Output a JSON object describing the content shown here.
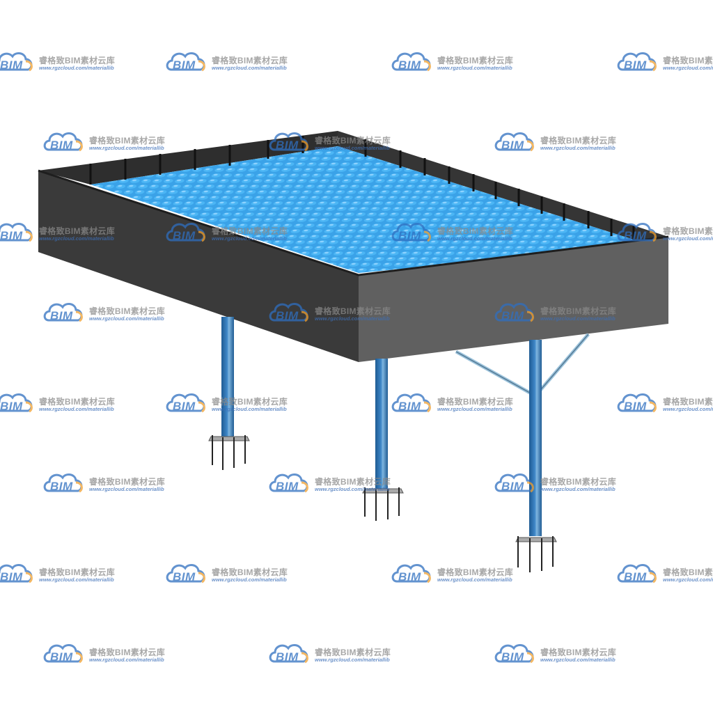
{
  "watermark": {
    "logo_text": "BIM",
    "name": "睿格致BIM素材云库",
    "url": "www.rgzcloud.com/materiallib"
  },
  "colors": {
    "tank_front": "#3a3a3a",
    "tank_right": "#606060",
    "tank_top_rim": "#2b2b2b",
    "fill": "#3aa2e8",
    "column": "#2c6fae",
    "column_highlight": "#7fb6e0",
    "brace": "#9cc3dc",
    "logo_blue": "#2f6fc0",
    "logo_orange": "#f0a030"
  },
  "icons": [
    "cloud-logo-icon"
  ]
}
